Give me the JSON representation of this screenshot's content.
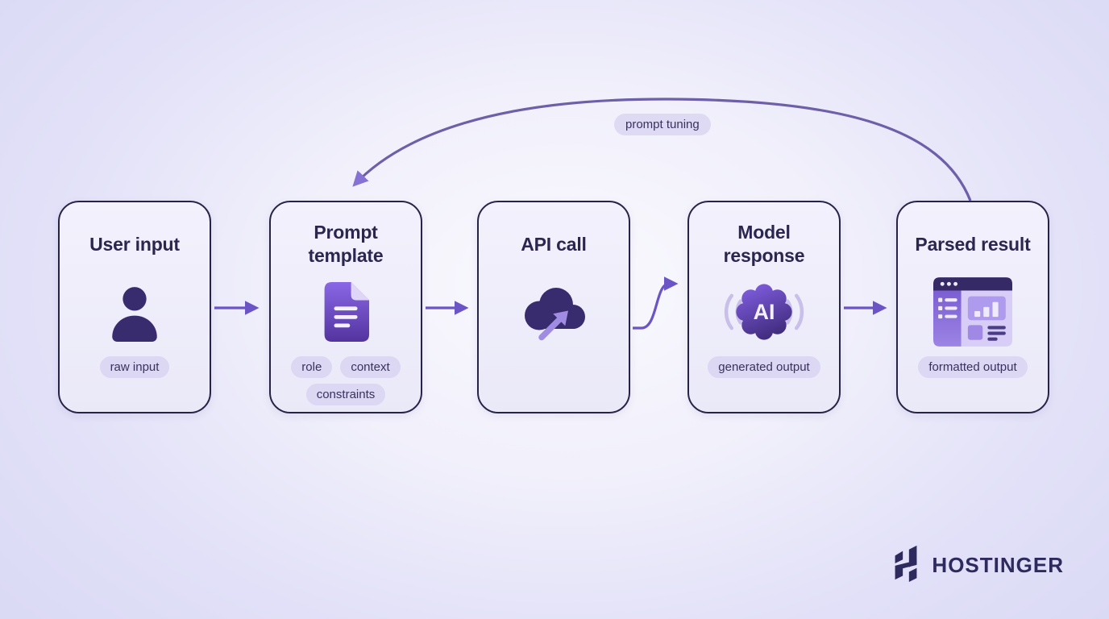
{
  "diagram": {
    "feedback_label": "prompt tuning",
    "ai_badge_text": "AI",
    "nodes": [
      {
        "title": "User input",
        "icon": "user-icon",
        "pills": [
          "raw input"
        ]
      },
      {
        "title": "Prompt template",
        "icon": "document-icon",
        "pills": [
          "role",
          "context",
          "constraints"
        ]
      },
      {
        "title": "API call",
        "icon": "cloud-upload-icon",
        "pills": []
      },
      {
        "title": "Model response",
        "icon": "ai-badge-icon",
        "pills": [
          "generated output"
        ]
      },
      {
        "title": "Parsed result",
        "icon": "browser-window-icon",
        "pills": [
          "formatted output"
        ]
      }
    ]
  },
  "branding": {
    "logo_text": "HOSTINGER"
  },
  "colors": {
    "background_edge": "#dbdaf5",
    "background_center": "#faf9fe",
    "card_border": "#272347",
    "title_text": "#2b2650",
    "pill_bg": "#dcd7f2",
    "pill_text": "#39325e",
    "arrow": "#6b54c6",
    "feedback_curve": "#6e5fa9",
    "feedback_arrowhead": "#8672d2",
    "icon_dark": "#392c6e",
    "icon_gradient_light": "#8a67e6",
    "icon_gradient_dark": "#53349e",
    "logo": "#2f2a5e"
  }
}
